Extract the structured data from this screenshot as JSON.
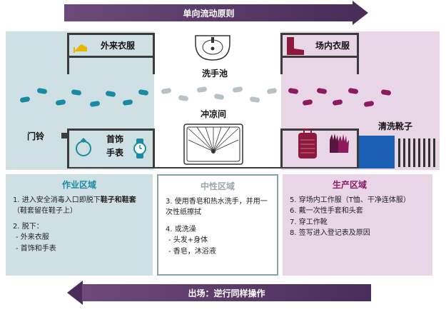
{
  "top_arrow": "单向流动原则",
  "bottom_arrow": "出场：逆行同样操作",
  "labels": {
    "outer_clothes": "外来衣服",
    "inner_clothes": "场内衣服",
    "washbasin": "洗手池",
    "shower": "冲凉间",
    "doorbell": "门铃",
    "jewelry": "首饰",
    "watch": "手表",
    "clean_boots": "清洗靴子"
  },
  "panels": {
    "work": {
      "title": "作业区域",
      "item1_pre": "1. 进入安全消毒入口即脱下",
      "item1_bold": "鞋子和鞋套",
      "item1_post": "（鞋套留在鞋子上）",
      "item2": "2. 脱下：",
      "sub1": "-  外来衣服",
      "sub2": "-  首饰和手表"
    },
    "neutral": {
      "title": "中性区域",
      "item3": "3. 使用香皂和热水洗手，并用一次性纸擦拭",
      "item4": "4. 或洗澡",
      "sub1": "-  头发+身体",
      "sub2": "-  香皂，沐浴液"
    },
    "production": {
      "title": "生产区域",
      "item5": "5. 穿场内工作服（T恤、干净连体服）",
      "item6": "6. 戴一次性手套和头套",
      "item7": "7. 穿工作靴",
      "item8": "8. 签写进入登记表及原因"
    }
  },
  "colors": {
    "work_title": "#1a8aa0",
    "neutral_title": "#9aa8ad",
    "production_title": "#8b1a6b",
    "footprint_work": "#1a8aa0",
    "footprint_neutral": "#b8c2c6",
    "footprint_production": "#8b1a5e"
  }
}
